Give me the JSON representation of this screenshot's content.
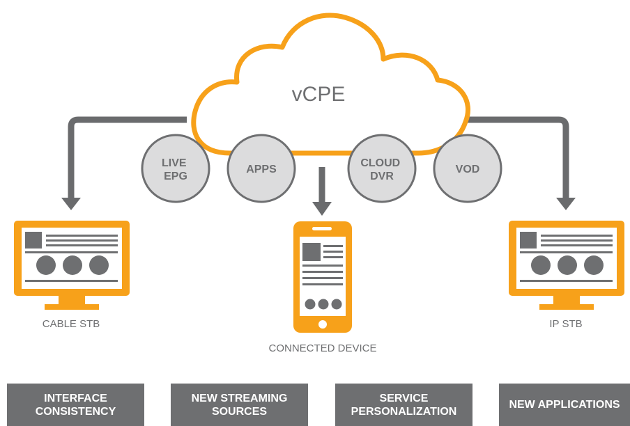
{
  "cloud": {
    "label": "vCPE"
  },
  "services": [
    {
      "line1": "LIVE",
      "line2": "EPG"
    },
    {
      "line1": "APPS",
      "line2": ""
    },
    {
      "line1": "CLOUD",
      "line2": "DVR"
    },
    {
      "line1": "VOD",
      "line2": ""
    }
  ],
  "devices": {
    "left": {
      "label": "CABLE STB",
      "icon": "tv-monitor-icon"
    },
    "center": {
      "label": "CONNECTED DEVICE",
      "icon": "smartphone-icon"
    },
    "right": {
      "label": "IP STB",
      "icon": "tv-monitor-icon"
    }
  },
  "features": [
    {
      "line1": "INTERFACE",
      "line2": "CONSISTENCY"
    },
    {
      "line1": "NEW STREAMING",
      "line2": "SOURCES"
    },
    {
      "line1": "SERVICE",
      "line2": "PERSONALIZATION"
    },
    {
      "line1": "NEW APPLICATIONS",
      "line2": ""
    }
  ],
  "colors": {
    "orange": "#f7a11a",
    "gray": "#6e6f71",
    "arrow_gray": "#6a6b6d",
    "circle_fill": "#dcdcdd",
    "circle_stroke": "#6e6f71"
  }
}
